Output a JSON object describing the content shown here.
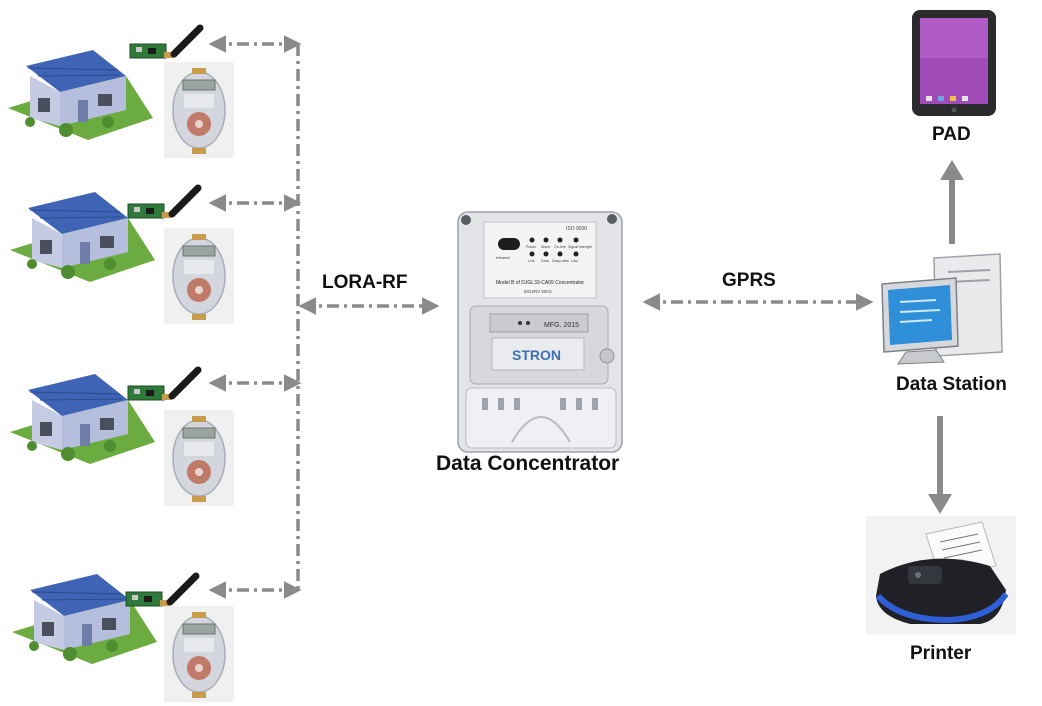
{
  "labels": {
    "lora_rf": "LORA-RF",
    "gprs": "GPRS",
    "data_concentrator": "Data Concentrator",
    "pad": "PAD",
    "data_station": "Data Station",
    "printer": "Printer"
  },
  "device_text": {
    "concentrator_iso": "ISO 9000",
    "concentrator_model": "Model B of DJGL33-CA09 Concentrator",
    "concentrator_rating": "6022RV 50Hz",
    "concentrator_mfg": "MFG. 2015",
    "concentrator_brand": "STRON",
    "concentrator_infrared": "Infrared",
    "concentrator_indicators_top": [
      "Power",
      "Alarm",
      "On-line",
      "Signal strength"
    ],
    "concentrator_indicators_bottom": [
      "Link",
      "Data",
      "Daqu data",
      "Lost"
    ]
  },
  "colors": {
    "connector": "#8a8a8a",
    "roof": "#3f63b5",
    "wall": "#c4cbe3",
    "grass": "#6cab3f",
    "meter_body": "#d3d6dc",
    "meter_dial": "#c07a6a",
    "rf_board": "#2f7a3a",
    "printer_blue": "#2f5fd6",
    "pad_screen": "#a04bb8"
  }
}
